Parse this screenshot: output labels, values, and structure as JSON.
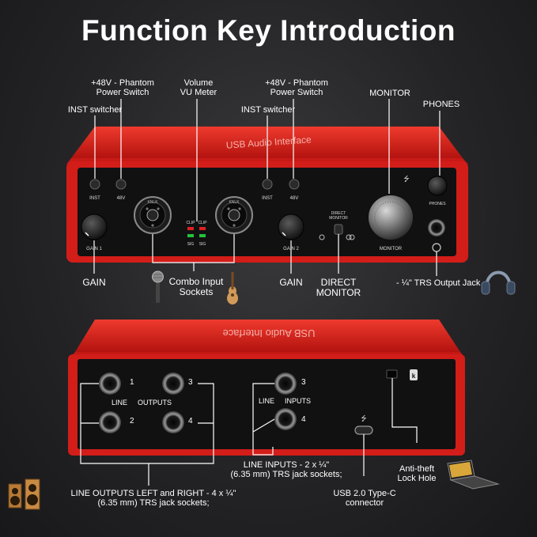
{
  "title": "Function Key Introduction",
  "top_device": {
    "brand_text": "USB Audio Interface",
    "inst_label_1": "INST",
    "v48_label_1": "48V",
    "inst_label_2": "INST",
    "v48_label_2": "48V",
    "knk_1": "KNLK",
    "knk_2": "KNLK",
    "clip_1": "CLIP",
    "clip_2": "CLIP",
    "sig_1": "SIG",
    "sig_2": "SIG",
    "gain_1": "GAIN 1",
    "gain_2": "GAIN 2",
    "direct_monitor_1": "DIRECT",
    "direct_monitor_2": "MONITOR",
    "monitor": "MONITOR",
    "phones": "PHONES"
  },
  "bottom_device": {
    "brand_text": "USB Audio Interface",
    "out_1": "1",
    "out_2": "2",
    "out_3": "3",
    "out_4": "4",
    "line_out_1": "LINE",
    "line_out_2": "OUTPUTS",
    "in_3": "3",
    "in_4": "4",
    "line_in_1": "LINE",
    "line_in_2": "INPUTS"
  },
  "callouts": {
    "phantom_1": "+48V - Phantom\nPower Switch",
    "volume_meter": "Volume\nVU Meter",
    "phantom_2": "+48V - Phantom\nPower Switch",
    "inst_switcher_1": "INST switcher",
    "inst_switcher_2": "INST switcher",
    "monitor": "MONITOR",
    "phones": "PHONES",
    "gain_1": "GAIN",
    "combo_input": "Combo Input\nSockets",
    "gain_2": "GAIN",
    "direct_monitor": "DIRECT\nMONITOR",
    "trs_output": "- ¼\" TRS Output Jack",
    "line_inputs": "LINE INPUTS -  2 x ¼\"\n(6.35 mm) TRS jack sockets;",
    "line_outputs": "LINE OUTPUTS LEFT and RIGHT - 4 x ¼\"\n(6.35 mm) TRS jack sockets;",
    "usb": "USB 2.0 Type-C\nconnector",
    "anti_theft": "Anti-theft\nLock Hole"
  },
  "icons": [
    "microphone-icon",
    "guitar-icon",
    "headphones-icon",
    "speakers-icon",
    "laptop-icon",
    "usb-icon",
    "lock-icon"
  ],
  "colors": {
    "device_red": "#d8201f",
    "panel_black": "#111112",
    "led_red": "#e02020",
    "led_green": "#22c43a"
  }
}
